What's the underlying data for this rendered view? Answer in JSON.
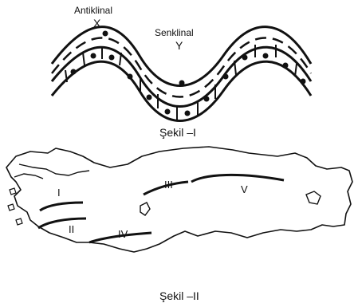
{
  "figure1": {
    "anticline_label": "Antiklinal",
    "anticline_letter": "X",
    "syncline_label": "Senklinal",
    "syncline_letter": "Y",
    "caption": "Şekil –I"
  },
  "figure2": {
    "caption": "Şekil –II",
    "lines": [
      {
        "label": "I"
      },
      {
        "label": "II"
      },
      {
        "label": "III"
      },
      {
        "label": "IV"
      },
      {
        "label": "V"
      }
    ]
  },
  "colors": {
    "ink": "#111111",
    "background": "#ffffff"
  }
}
